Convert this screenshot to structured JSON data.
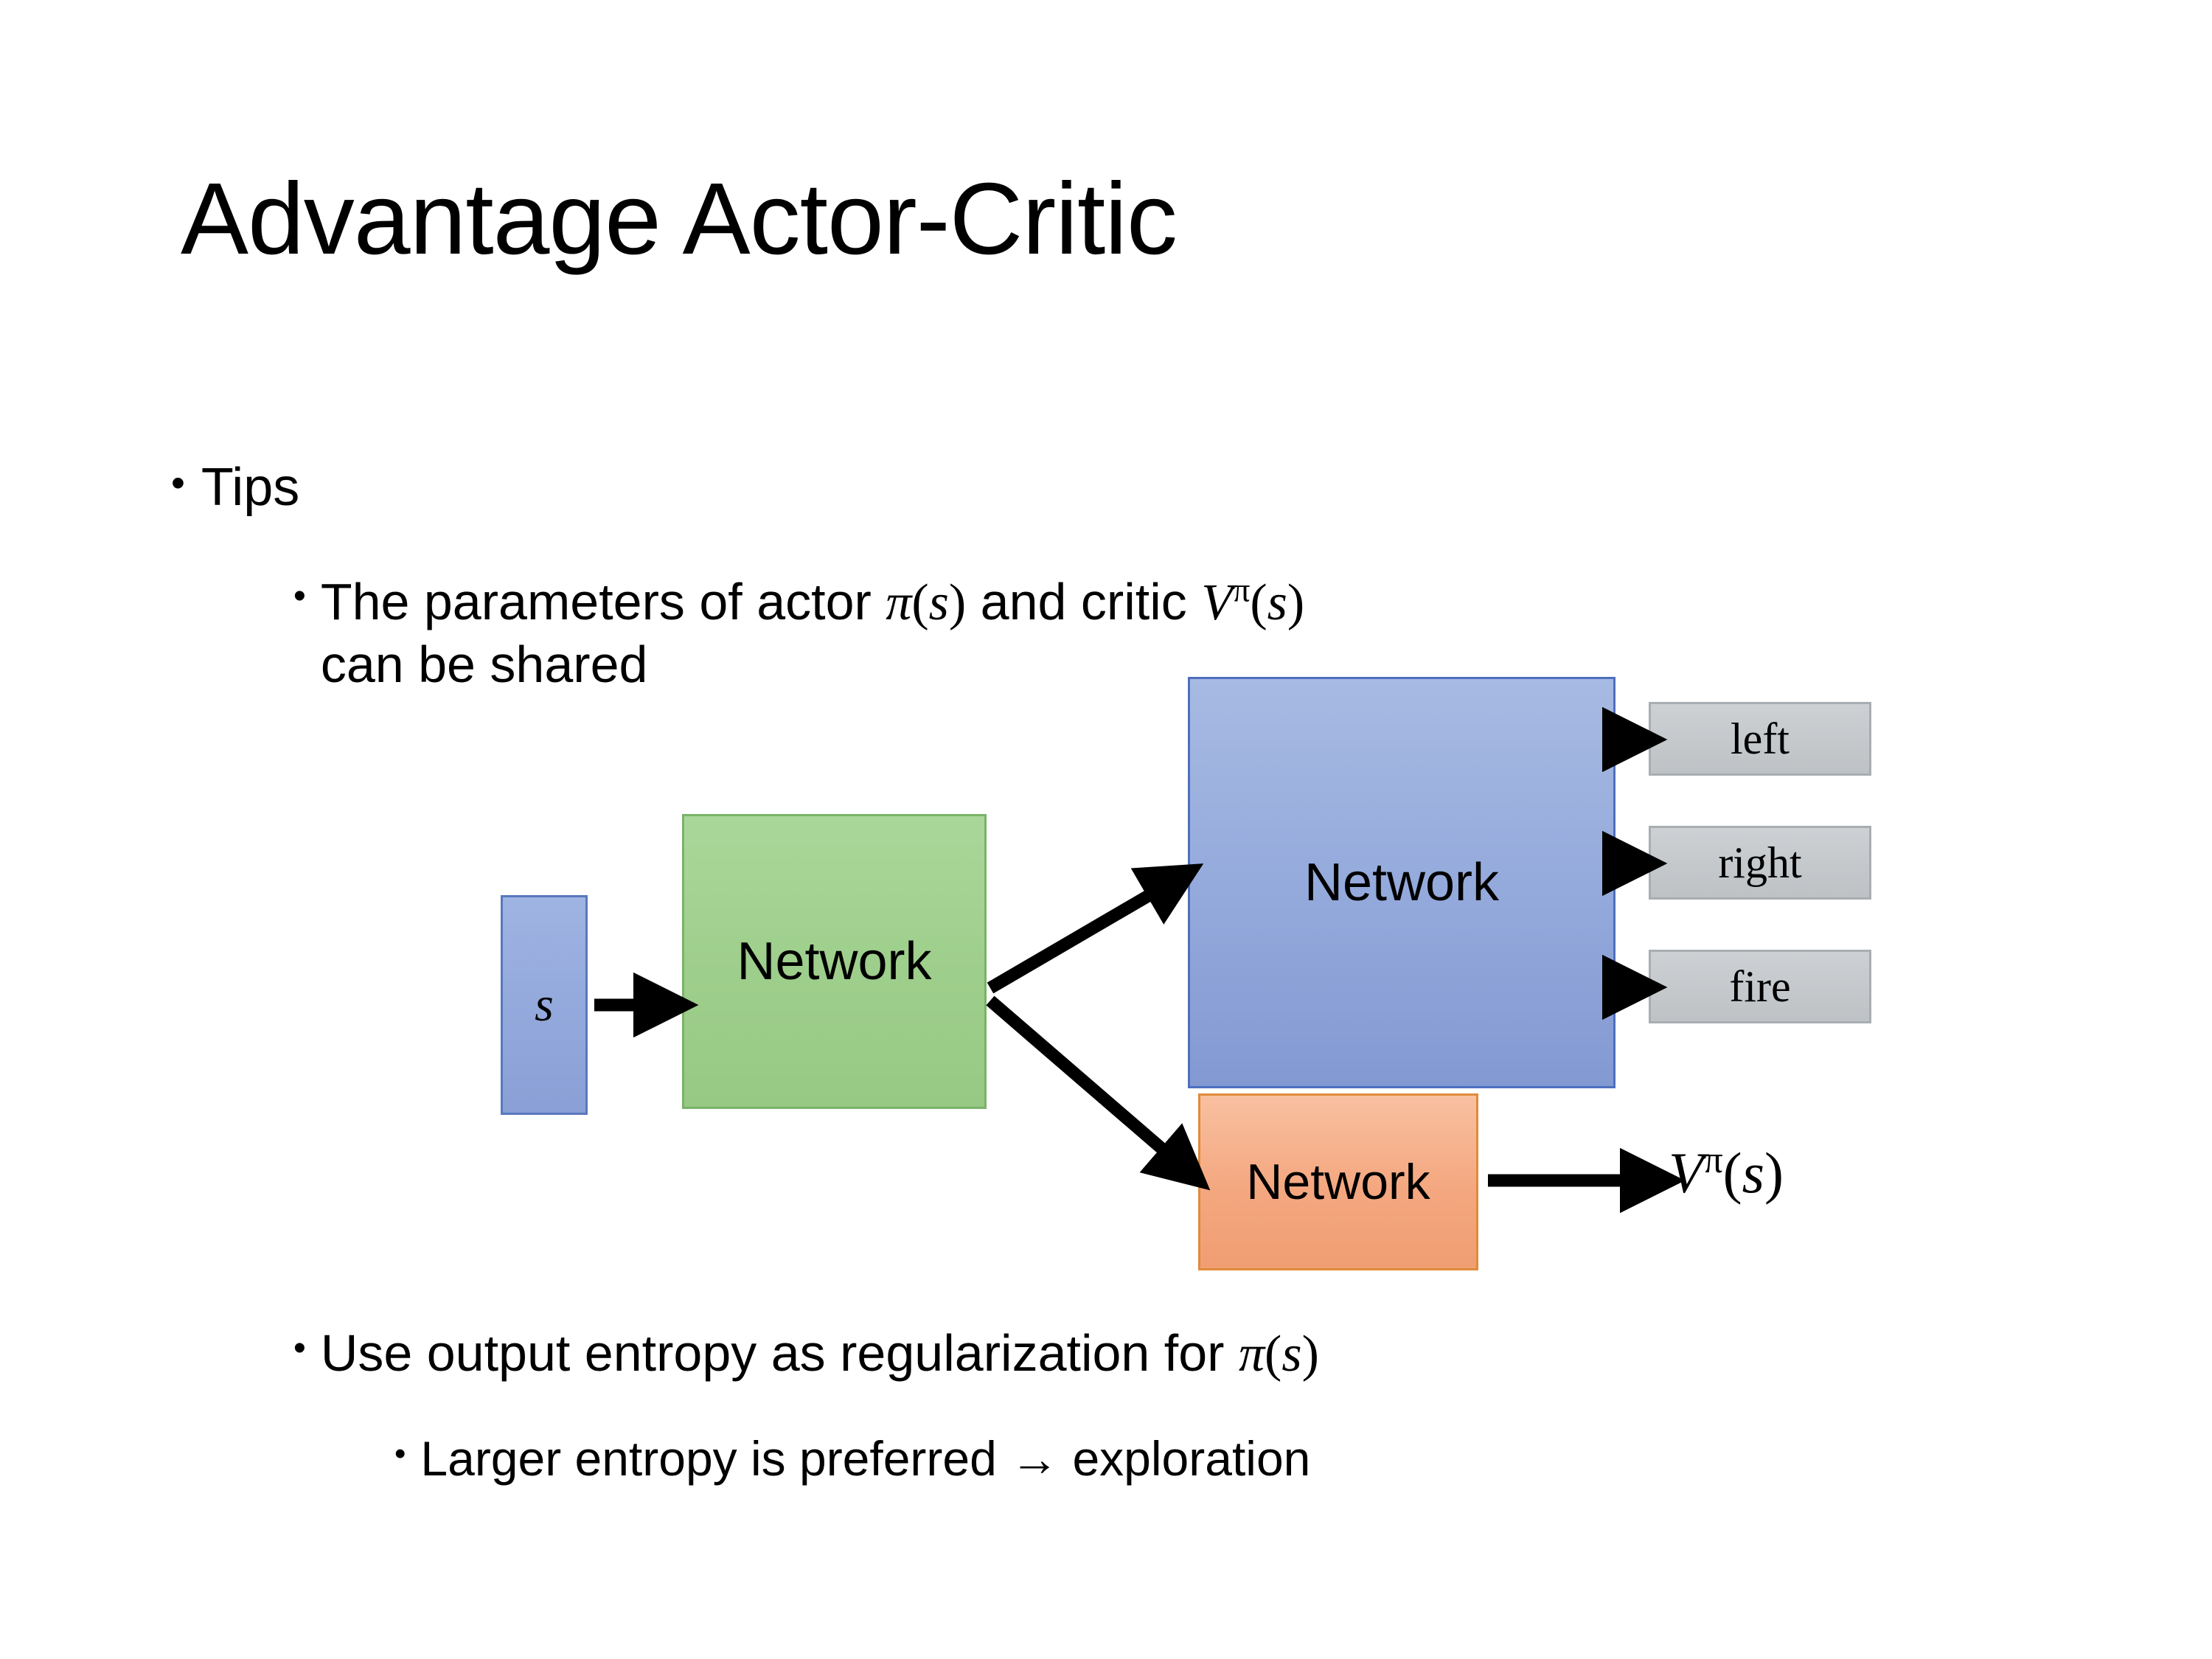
{
  "slide": {
    "title": "Advantage Actor-Critic",
    "background_color": "#FFFFFF"
  },
  "bullets": {
    "tips": {
      "marker": "•",
      "text": "Tips"
    },
    "shared_params": {
      "marker": "•",
      "line1_prefix": "The parameters of actor ",
      "pi_symbol": "π",
      "paren_open": "(",
      "s_symbol": "s",
      "paren_close": ")",
      "line1_mid": "  and critic ",
      "v_symbol": "V",
      "v_superscript": "π",
      "line2": "can be shared"
    },
    "entropy": {
      "marker": "•",
      "text_prefix": "Use output entropy as regularization for ",
      "pi_symbol": "π",
      "paren_open": "(",
      "s_symbol": "s",
      "paren_close": ")"
    },
    "exploration": {
      "marker": "•",
      "text": "Larger entropy is preferred → exploration"
    }
  },
  "diagram": {
    "input_box": {
      "label": "s",
      "fill_color": "#94A9DC",
      "border_color": "#5878BE"
    },
    "shared_network": {
      "label": "Network",
      "fill_color": "#9ECE8B",
      "border_color": "#79B368"
    },
    "actor_network": {
      "label": "Network",
      "fill_color": "#93A9DB",
      "border_color": "#4D6FBE"
    },
    "critic_network": {
      "label": "Network",
      "fill_color": "#F4A77F",
      "border_color": "#E08A3C"
    },
    "action_outputs": [
      {
        "label": "left",
        "fill_color": "#C5C9CC",
        "border_color": "#A8ADB1"
      },
      {
        "label": "right",
        "fill_color": "#C5C9CC",
        "border_color": "#A8ADB1"
      },
      {
        "label": "fire",
        "fill_color": "#C5C9CC",
        "border_color": "#A8ADB1"
      }
    ],
    "critic_output": {
      "v_symbol": "V",
      "v_superscript": "π",
      "paren_open": "(",
      "s_symbol": "s",
      "paren_close": ")"
    },
    "arrow_color": "#000000"
  }
}
